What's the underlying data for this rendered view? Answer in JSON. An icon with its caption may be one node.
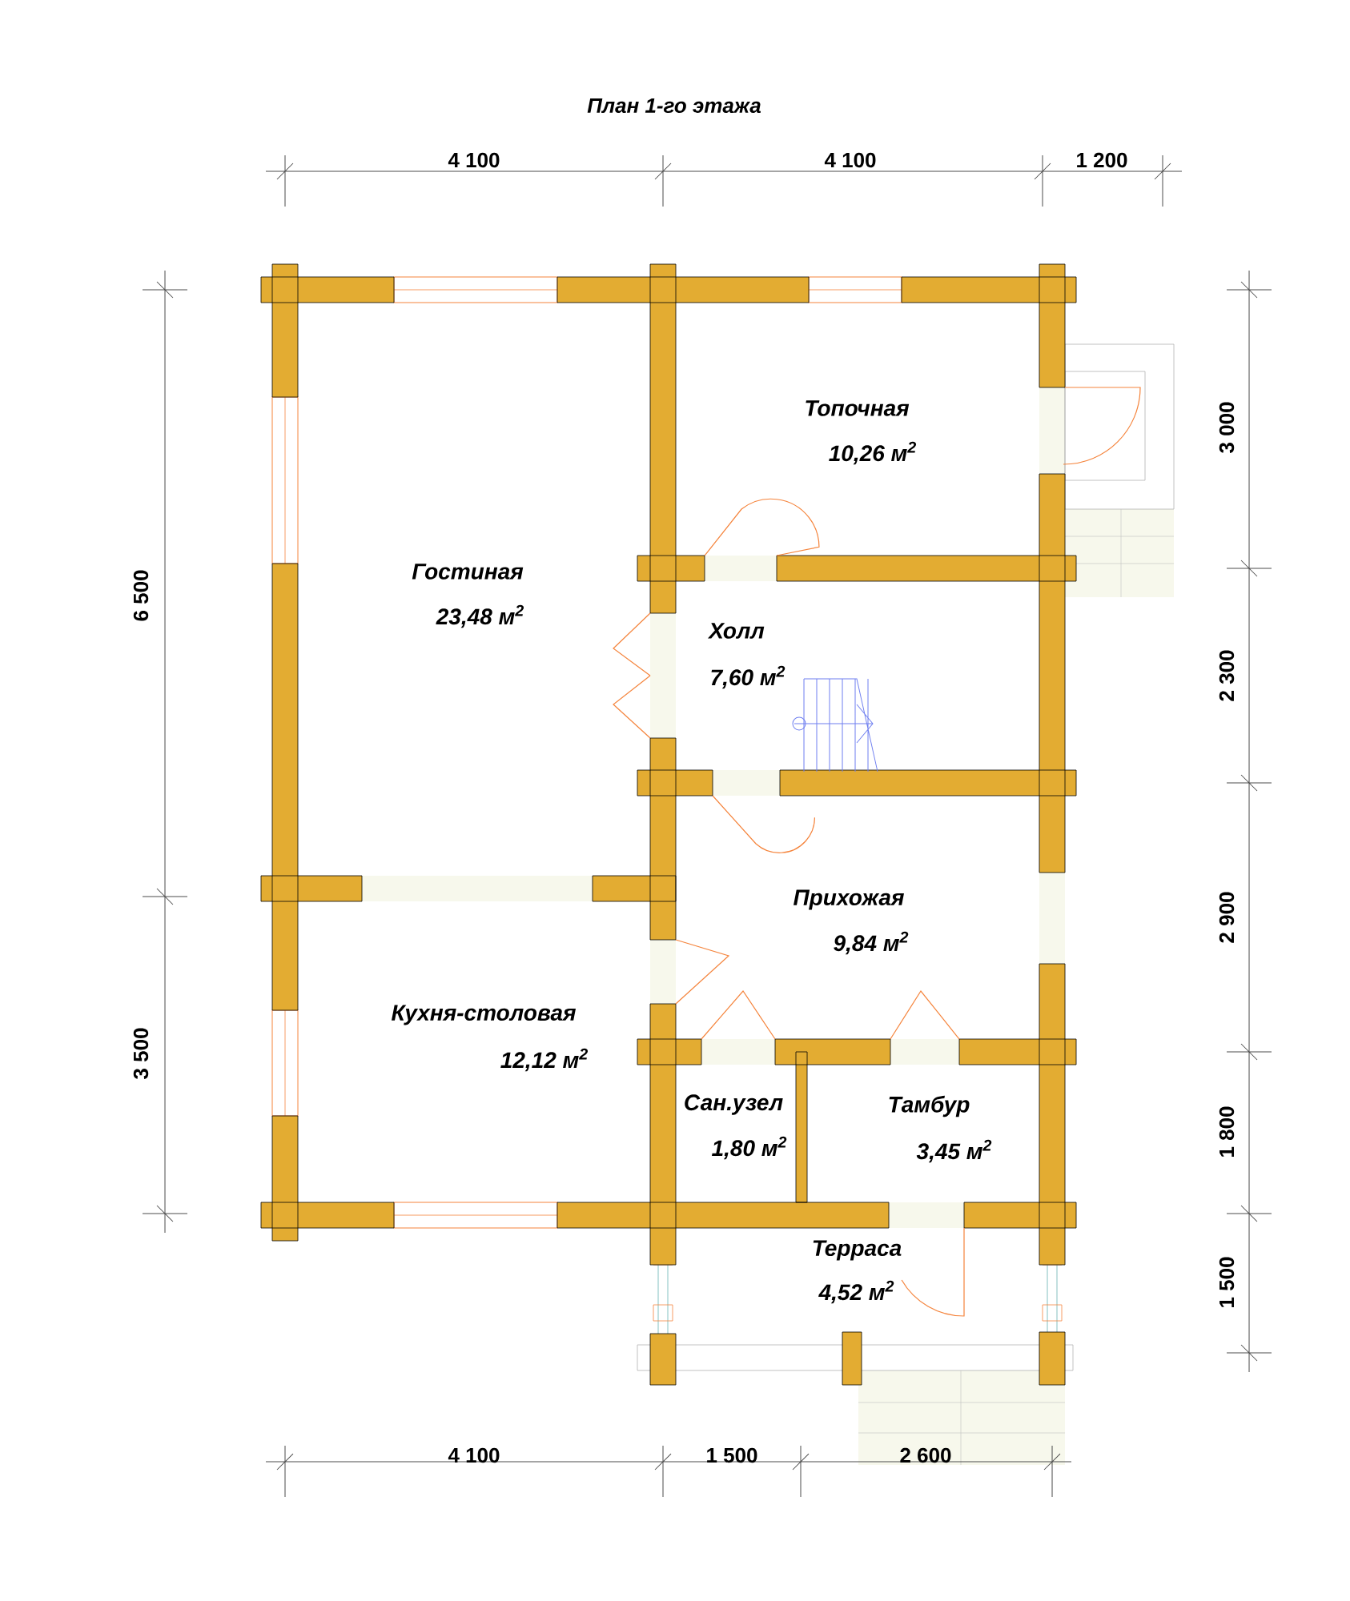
{
  "diagram": {
    "title": "План 1-го этажа",
    "labels": [
      "4 100",
      "4 100",
      "1 200",
      "6 500",
      "3 000",
      "Топочная",
      "10,26 м$^{2}$",
      "Гостиная",
      "23,48 м$^{2}$",
      "Холл",
      "7,60 м$^{2}$",
      "2 300",
      "3 500",
      "2 900",
      "Прихожая",
      "9,84 м$^{2}$",
      "Кухня-столовая",
      "12,12 м$^{2}$",
      "Сан.узел",
      "1,80 м$^{2}$",
      "Тамбур",
      "3,45 м$^{2}$",
      "1 800",
      "Терраса",
      "4,52 м$^{2}$",
      "1 500",
      "4 100",
      "1 500",
      "2 600"
    ]
  }
}
